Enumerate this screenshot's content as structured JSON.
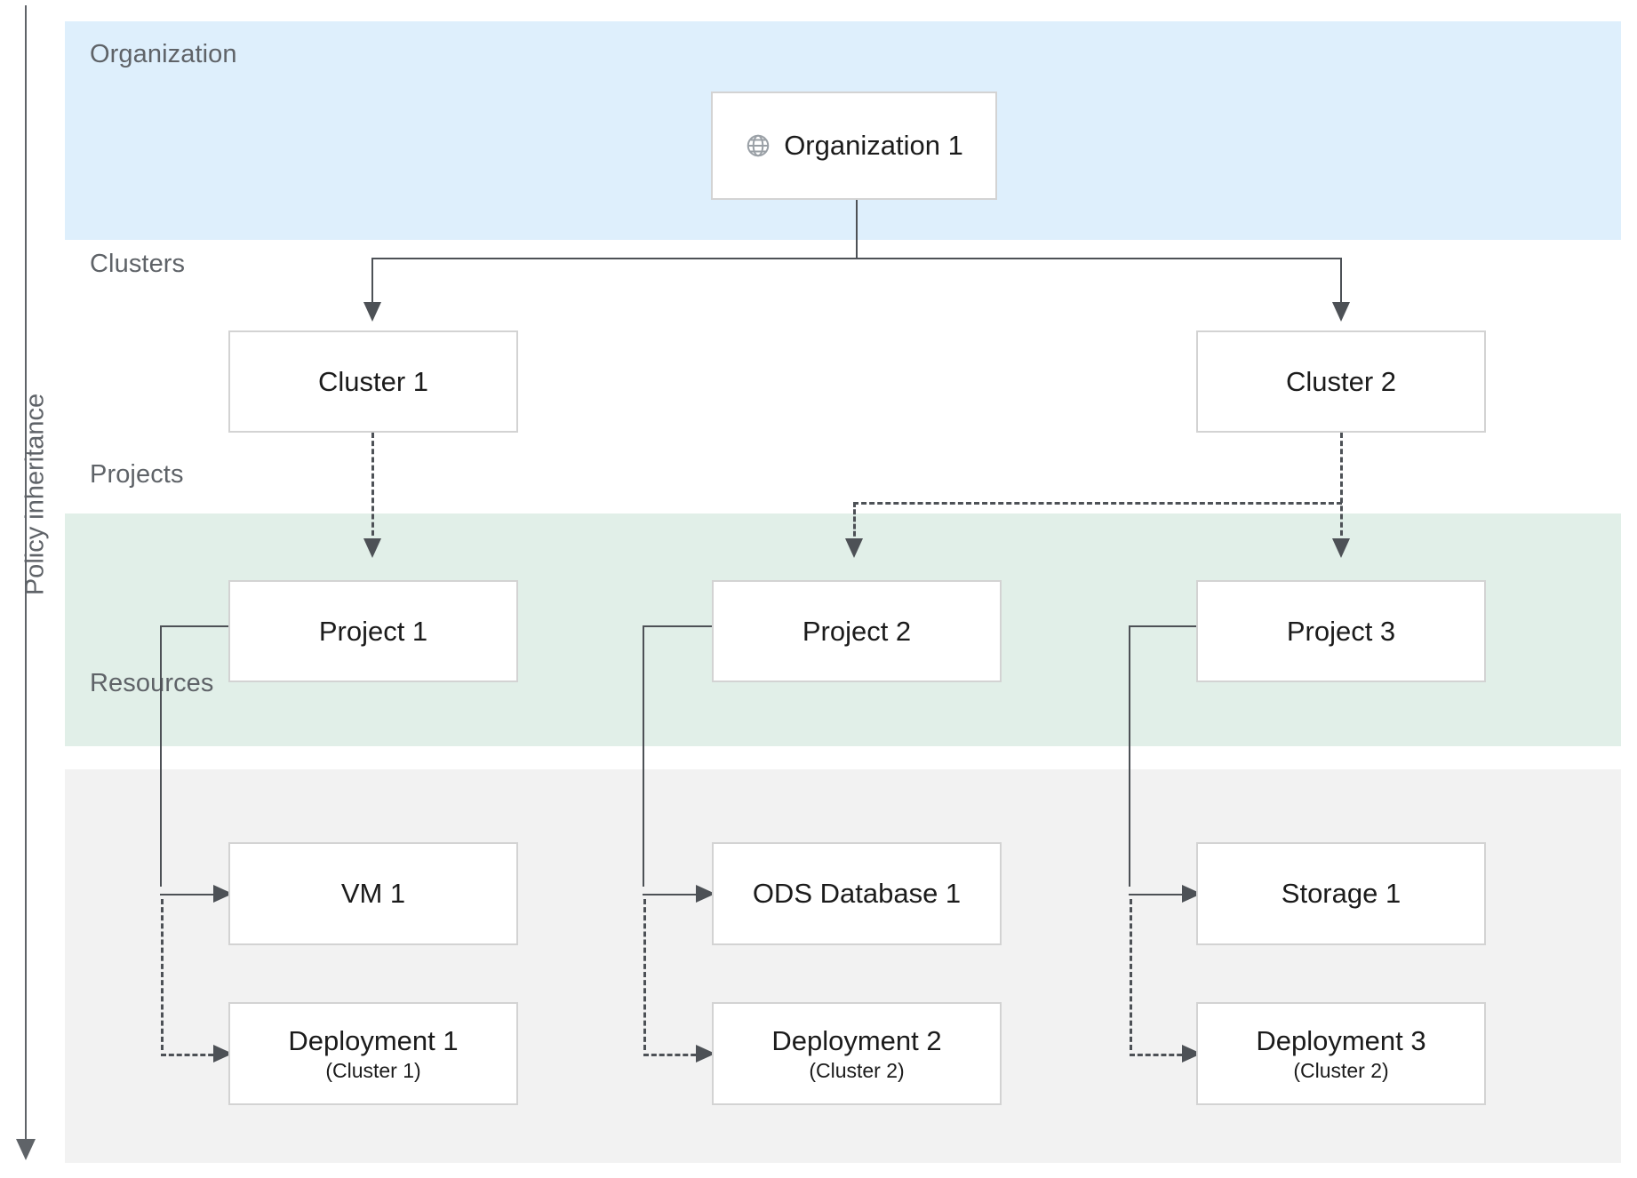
{
  "diagram": {
    "axis_label": "Policy inheritance",
    "tiers": [
      {
        "key": "organization",
        "label": "Organization",
        "color": "#deeffc"
      },
      {
        "key": "clusters",
        "label": "Clusters",
        "color": "#ffffff"
      },
      {
        "key": "projects",
        "label": "Projects",
        "color": "#e1efe8"
      },
      {
        "key": "resources",
        "label": "Resources",
        "color": "#f2f2f2"
      }
    ],
    "nodes": {
      "organization": {
        "label": "Organization 1",
        "icon": "globe-icon"
      },
      "cluster1": {
        "label": "Cluster 1"
      },
      "cluster2": {
        "label": "Cluster 2"
      },
      "project1": {
        "label": "Project 1"
      },
      "project2": {
        "label": "Project 2"
      },
      "project3": {
        "label": "Project 3"
      },
      "vm1": {
        "label": "VM 1"
      },
      "ods1": {
        "label": "ODS Database 1"
      },
      "storage1": {
        "label": "Storage 1"
      },
      "deployment1": {
        "label": "Deployment 1",
        "sub": "(Cluster 1)"
      },
      "deployment2": {
        "label": "Deployment 2",
        "sub": "(Cluster 2)"
      },
      "deployment3": {
        "label": "Deployment 3",
        "sub": "(Cluster 2)"
      }
    },
    "edges": [
      {
        "from": "organization",
        "to": "cluster1",
        "style": "solid"
      },
      {
        "from": "organization",
        "to": "cluster2",
        "style": "solid"
      },
      {
        "from": "cluster1",
        "to": "project1",
        "style": "dashed"
      },
      {
        "from": "cluster2",
        "to": "project2",
        "style": "dashed"
      },
      {
        "from": "cluster2",
        "to": "project3",
        "style": "dashed"
      },
      {
        "from": "project1",
        "to": "vm1",
        "style": "solid"
      },
      {
        "from": "project1",
        "to": "deployment1",
        "style": "dashed"
      },
      {
        "from": "project2",
        "to": "ods1",
        "style": "solid"
      },
      {
        "from": "project2",
        "to": "deployment2",
        "style": "dashed"
      },
      {
        "from": "project3",
        "to": "storage1",
        "style": "solid"
      },
      {
        "from": "project3",
        "to": "deployment3",
        "style": "dashed"
      }
    ]
  }
}
